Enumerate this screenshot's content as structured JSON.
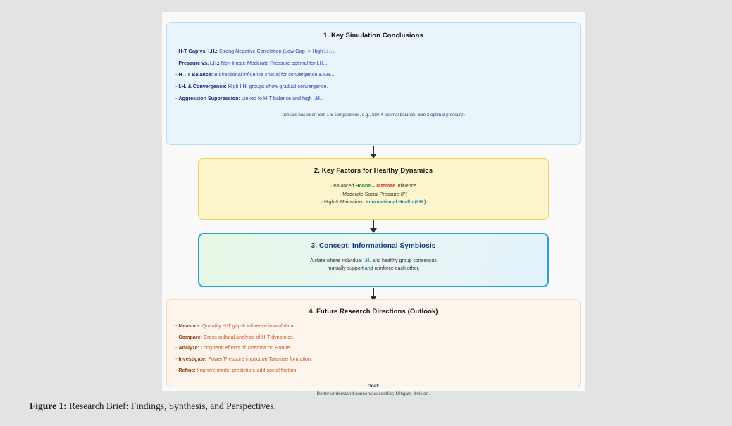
{
  "figure": {
    "caption_label": "Figure 1:",
    "caption_text": " Research Brief: Findings, Synthesis, and Perspectives."
  },
  "colors": {
    "box1_bg": "#eaf4fb",
    "box1_border": "#b8dcf0",
    "box2_bg": "#fdf6cd",
    "box2_border": "#f3cf5a",
    "box3_border": "#2f9fd0",
    "box4_bg": "#fdf5ec",
    "box4_border": "#f4d9b9",
    "honne": "#1f8a3a",
    "tatemae": "#d1342b",
    "informational_health": "#1d7fa3",
    "outlook_accent": "#c05a32",
    "conclusion_accent": "#3b3f9e"
  },
  "box1": {
    "title": "1. Key Simulation Conclusions",
    "bullets": [
      {
        "marker": "-",
        "label": "H-T Gap vs. I.H.:",
        "text_a": " Strong Negative Correlation (Low Gap -> High ",
        "highlight": "I.H.",
        "text_b": ")."
      },
      {
        "marker": "-",
        "label": "Pressure vs. I.H.:",
        "text_a": " Non-linear; Moderate Pressure optimal for ",
        "highlight": "I.H.",
        "text_b": ".."
      },
      {
        "marker": "-",
        "label": "H↔T Balance:",
        "text_a": " Bidirectional influence crucial for convergence & ",
        "highlight": "I.H.",
        "text_b": ".."
      },
      {
        "marker": "-",
        "label": "I.H. & Convergence:",
        "text_a": " High ",
        "highlight": "I.H.",
        "text_b": " groups show gradual convergence."
      },
      {
        "marker": "-",
        "label": "Aggression Suppression:",
        "text_a": " Linked to H-T balance and high ",
        "highlight": "I.H.",
        "text_b": ".."
      }
    ],
    "note": "(Details based on Sim 1-5 comparisons, e.g., Sim 4 optimal balance, Sim 2 optimal pressure)"
  },
  "box2": {
    "title": "2. Key Factors for Healthy Dynamics",
    "line1_pre": "· Balanced ",
    "line1_honne": "Honne",
    "line1_arrow": "↔",
    "line1_tatemae": "Tatemae",
    "line1_post": " influence",
    "line2": "· Moderate Social Pressure (P)",
    "line3_pre": "· High & Maintained ",
    "line3_ih": "Informational Health",
    "line3_post": " (I.H.)"
  },
  "box3": {
    "title": "3. Concept: Informational Symbiosis",
    "body_pre": "A state where individual ",
    "body_ih": "I.H.",
    "body_post": " and healthy group consensus",
    "body_line2": "mutually support and reinforce each other."
  },
  "box4": {
    "title": "4. Future Research Directions (Outlook)",
    "bullets": [
      {
        "marker": "-",
        "label": "Measure:",
        "text": " Quantify H-T gap & influence in real data."
      },
      {
        "marker": "-",
        "label": "Compare:",
        "text": " Cross-cultural analysis of H-T dynamics."
      },
      {
        "marker": "-",
        "label": "Analyze:",
        "text": " Long-term effects of Tatemae on Honne."
      },
      {
        "marker": "-",
        "label": "Investigate:",
        "text": " Power/Pressure impact on Tatemae formation."
      },
      {
        "marker": "-",
        "label": "Refine:",
        "text": " Improve model prediction, add social factors."
      }
    ],
    "goal_label": "Goal:",
    "goal_text": "Better understand consensus/conflict; Mitigate division."
  },
  "arrows": {
    "a1_name": "arrow-box1-to-box2",
    "a2_name": "arrow-box2-to-box3",
    "a3_name": "arrow-box3-to-box4"
  }
}
